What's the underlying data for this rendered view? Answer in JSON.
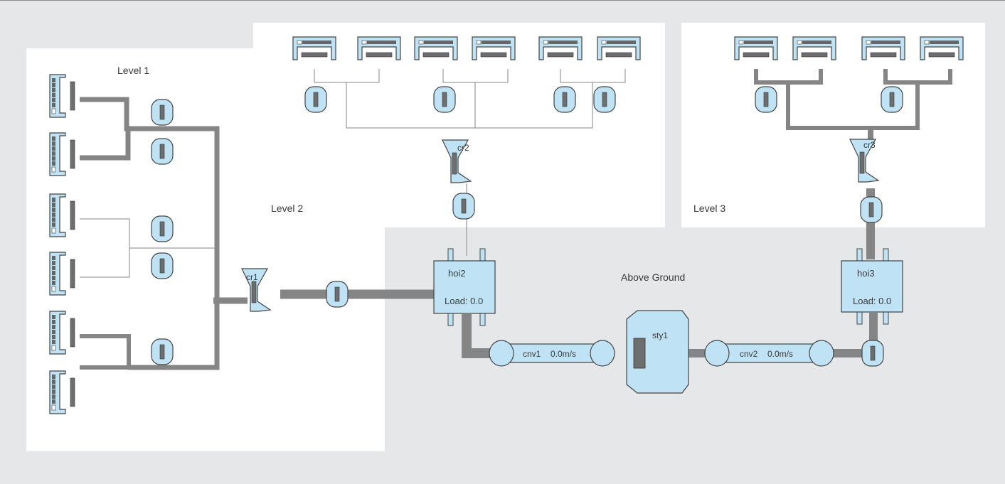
{
  "regions": {
    "level1": "Level 1",
    "level2": "Level 2",
    "level3": "Level 3",
    "above_ground": "Above Ground"
  },
  "crushers": {
    "cr1": "cr1",
    "cr2": "cr2",
    "cr3": "cr3"
  },
  "hoists": {
    "hoi2": {
      "name": "hoi2",
      "load": "Load: 0.0"
    },
    "hoi3": {
      "name": "hoi3",
      "load": "Load: 0.0"
    }
  },
  "conveyors": {
    "cnv1": {
      "name": "cnv1",
      "speed": "0.0m/s"
    },
    "cnv2": {
      "name": "cnv2",
      "speed": "0.0m/s"
    }
  },
  "stockyard": {
    "name": "sty1"
  },
  "colors": {
    "background": "#e6e7e9",
    "panel": "#ffffff",
    "equipment_fill": "#bfe3f5",
    "equipment_stroke": "#444444",
    "path": "#858585",
    "indicator": "#6e6e6e"
  }
}
